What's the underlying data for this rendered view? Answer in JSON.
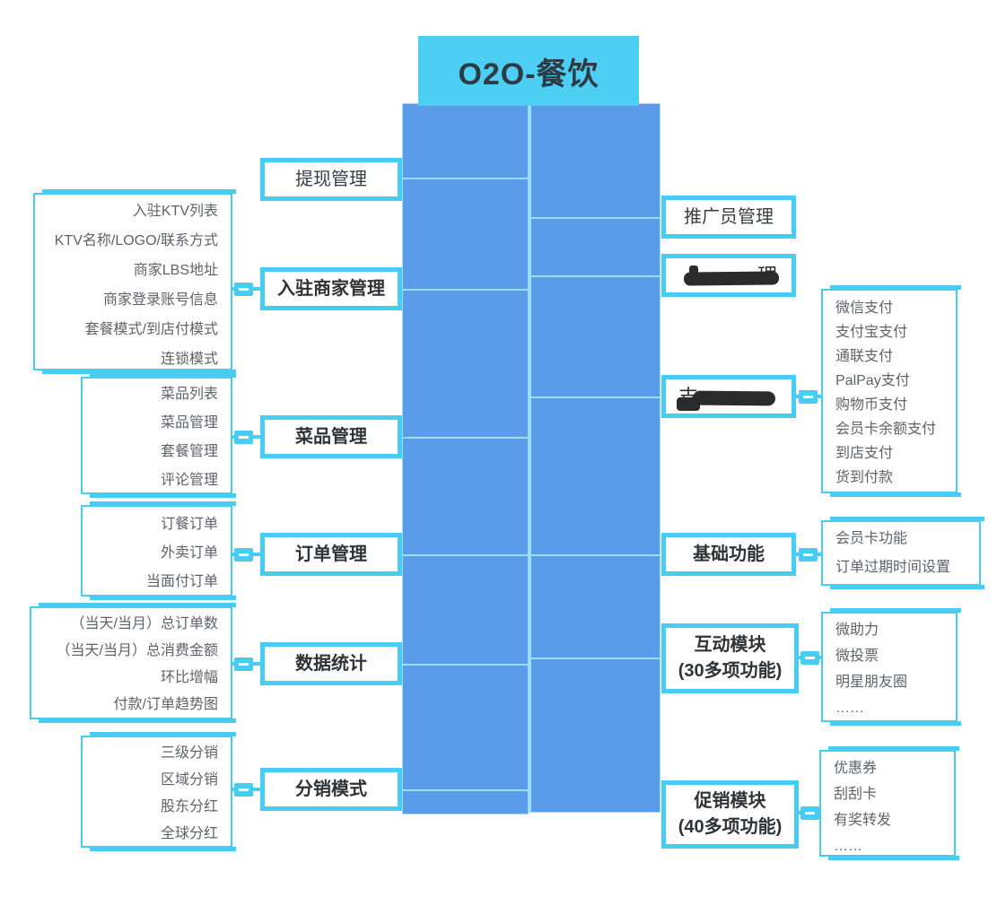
{
  "title": {
    "label": "O2O-餐饮"
  },
  "left_branches": [
    {
      "label": "提现管理"
    },
    {
      "label": "入驻商家管理",
      "details": [
        "入驻KTV列表",
        "KTV名称/LOGO/联系方式",
        "商家LBS地址",
        "商家登录账号信息",
        "套餐模式/到店付模式",
        "连锁模式"
      ]
    },
    {
      "label": "菜品管理",
      "details": [
        "菜品列表",
        "菜品管理",
        "套餐管理",
        "评论管理"
      ]
    },
    {
      "label": "订单管理",
      "details": [
        "订餐订单",
        "外卖订单",
        "当面付订单"
      ]
    },
    {
      "label": "数据统计",
      "details": [
        "（当天/当月）总订单数",
        "（当天/当月）总消费金额",
        "环比增幅",
        "付款/订单趋势图"
      ]
    },
    {
      "label": "分销模式",
      "details": [
        "三级分销",
        "区域分销",
        "股东分红",
        "全球分红"
      ]
    }
  ],
  "right_branches": [
    {
      "label": "推广员管理"
    },
    {
      "label": "",
      "redacted": true,
      "hint": "理"
    },
    {
      "label": "",
      "redacted": true,
      "hint": "支",
      "details": [
        "微信支付",
        "支付宝支付",
        "通联支付",
        "PalPay支付",
        "购物币支付",
        "会员卡余额支付",
        "到店支付",
        "货到付款"
      ]
    },
    {
      "label": "基础功能",
      "details": [
        "会员卡功能",
        "订单过期时间设置"
      ]
    },
    {
      "label": "互动模块",
      "sublabel": "(30多项功能)",
      "details": [
        "微助力",
        "微投票",
        "明星朋友圈",
        "……"
      ]
    },
    {
      "label": "促销模块",
      "sublabel": "(40多项功能)",
      "details": [
        "优惠券",
        "刮刮卡",
        "有奖转发",
        "……"
      ]
    }
  ],
  "colors": {
    "cyan_accent": "#47CCF3",
    "title_bg": "#4DCFF4",
    "hidden_block_blue": "#5B9CEA",
    "divider": "#9ADEF6",
    "label_text": "#303336",
    "detail_text": "#5F6368",
    "redaction": "#2B2B2B"
  }
}
